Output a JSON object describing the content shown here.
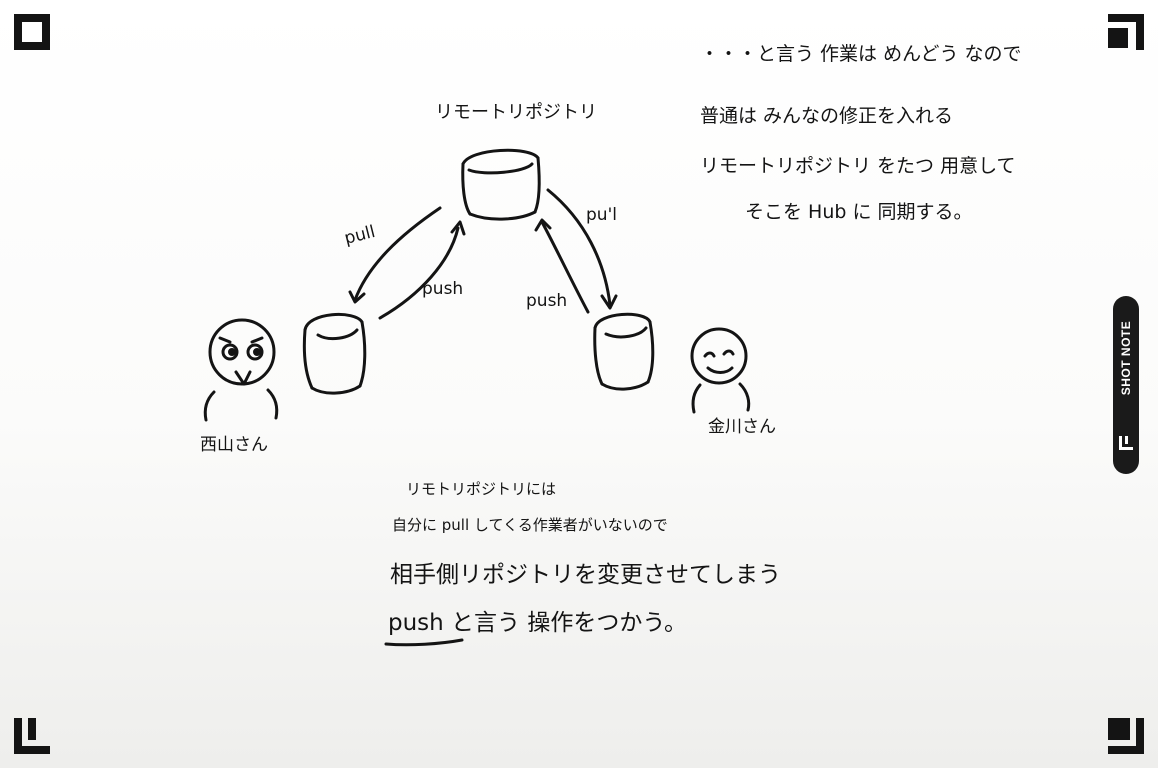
{
  "sheet": {
    "brand_label": "SHOT NOTE",
    "marker_color": "#141414",
    "paper_color": "#ffffff"
  },
  "diagram": {
    "remote_label": "リモートリポジトリ",
    "left_person_label": "西山さん",
    "right_person_label": "金川さん",
    "arrow_labels": {
      "pull_left": "pull",
      "push_left": "push",
      "pull_right": "pu'l",
      "push_right": "push"
    }
  },
  "notes": {
    "top_right": [
      "・・・と言う 作業は めんどう なので",
      "普通は みんなの修正を入れる",
      "リモートリポジトリ をたつ 用意して",
      "そこを Hub に 同期する。"
    ],
    "bottom": [
      "リモトリポジトリには",
      "自分に pull してくる作業者がいないので",
      "相手側リポジトリを変更させてしまう",
      "push と言う 操作をつかう。"
    ]
  }
}
